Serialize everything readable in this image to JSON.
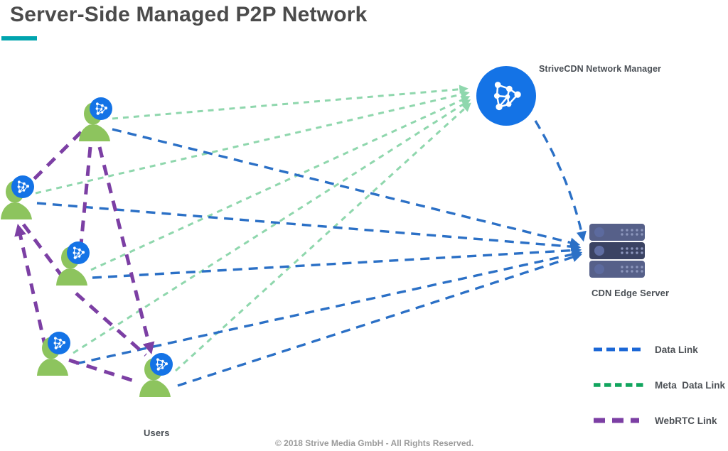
{
  "header": {
    "title": "Server-Side Managed P2P Network",
    "accent_color": "#00a4ae"
  },
  "diagram": {
    "manager_label": "StriveCDN Network Manager",
    "server_label": "CDN Edge Server",
    "users_label": "Users",
    "user_count": 5
  },
  "legend": {
    "items": [
      {
        "id": "data-link",
        "label": "Data Link",
        "color": "#1b67d6"
      },
      {
        "id": "meta-data-link",
        "label": "Meta  Data Link",
        "color": "#12a55e"
      },
      {
        "id": "webrtc-link",
        "label": "WebRTC Link",
        "color": "#7c3fa4"
      }
    ]
  },
  "links": {
    "data_link_color": "#2b70c6",
    "meta_data_link_color": "#8fd7ad",
    "webrtc_link_color": "#7c3fa4"
  },
  "node_colors": {
    "node_blue": "#1473e6",
    "user_green": "#8dc45e",
    "server_light": "#566089",
    "server_dark": "#3b4363"
  },
  "footer": {
    "copyright": "© 2018 Strive Media GmbH - All Rights Reserved."
  }
}
